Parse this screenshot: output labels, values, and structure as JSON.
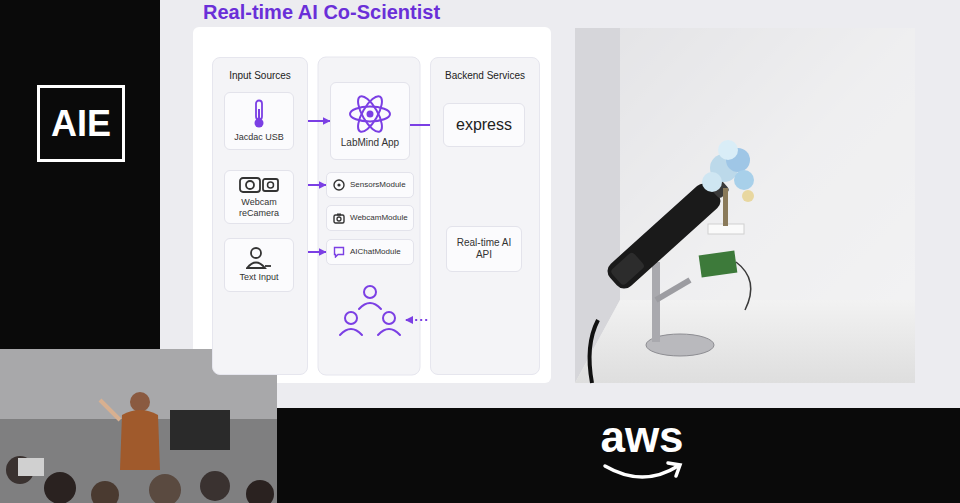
{
  "diagram": {
    "title": "Real-time AI Co-Scientist",
    "nodes": [
      {
        "text": [
          "Input Sources"
        ]
      },
      {
        "text": [
          "Jacdac USB"
        ],
        "in": 0
      },
      {
        "text": [
          "Webcam reCamera"
        ],
        "in": 0
      },
      {
        "text": [
          "Text Input"
        ],
        "in": 0
      },
      {
        "text": [
          "LabMind App"
        ]
      },
      {
        "text": [
          "SensorsModule"
        ]
      },
      {
        "text": [
          "WebcamModule"
        ]
      },
      {
        "text": [
          "AIChatModule"
        ]
      },
      {
        "text": [
          "Backend Services"
        ]
      },
      {
        "text": [
          "express"
        ],
        "in": 8
      },
      {
        "text": [
          "Real-time AI API"
        ],
        "in": 8
      }
    ],
    "edges": [
      {
        "from": 1,
        "to": 4,
        "arrow": "to"
      },
      {
        "from": 2,
        "to": 5,
        "arrow": "to"
      },
      {
        "from": 3,
        "to": 7,
        "arrow": "to"
      },
      {
        "from": 4,
        "to": 9,
        "arrow": "to"
      },
      {
        "from": 9,
        "to": 10,
        "arrow": "to"
      }
    ],
    "labels": [
      "AIE",
      "aws"
    ]
  }
}
